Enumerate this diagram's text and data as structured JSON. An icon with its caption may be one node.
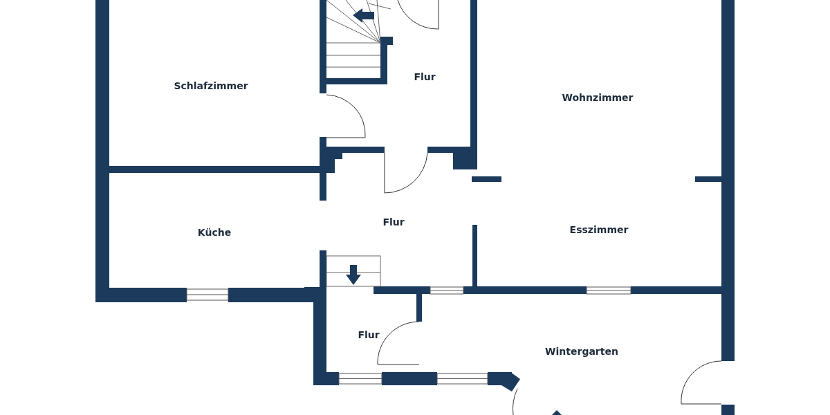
{
  "diagram": {
    "labels": [
      "Schlafzimmer",
      "Flur",
      "Wohnzimmer",
      "Küche",
      "Flur",
      "Esszimmer",
      "Flur",
      "Wintergarten"
    ]
  }
}
